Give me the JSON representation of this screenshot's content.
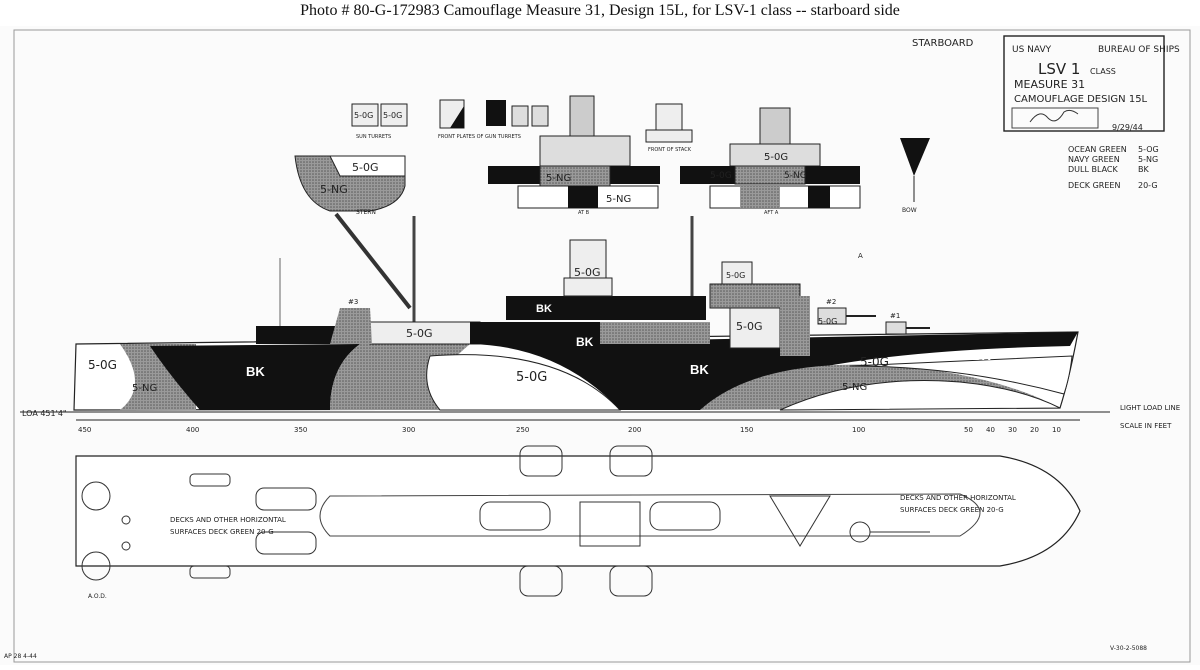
{
  "caption": "Photo #  80-G-172983      Camouflage Measure 31, Design 15L, for LSV-1 class -- starboard side",
  "view_label": "STARBOARD",
  "title_block": {
    "line1_left": "US NAVY",
    "line1_right": "BUREAU OF SHIPS",
    "ship": "LSV 1",
    "ship_suffix": "CLASS",
    "measure": "MEASURE 31",
    "design": "CAMOUFLAGE DESIGN 15L",
    "date": "9/29/44"
  },
  "color_key": [
    {
      "name": "OCEAN GREEN",
      "code": "5-OG"
    },
    {
      "name": "NAVY GREEN",
      "code": "5-NG"
    },
    {
      "name": "DULL BLACK",
      "code": "BK"
    },
    {
      "name": "DECK GREEN",
      "code": "20-G"
    }
  ],
  "detail_labels": {
    "turrets_a": "5-0G",
    "turrets_b": "5-0G",
    "sun_turrets": "SUN TURRETS",
    "front_plates": "FRONT PLATES OF GUN TURRETS",
    "aft_b": "AT B",
    "front_stack": "FRONT OF STACK",
    "aft_a": "AFT A",
    "stern": "STERN",
    "bow": "BOW",
    "stern_og": "5-0G",
    "stern_ng": "5-NG",
    "view1_ng": "5-NG",
    "view1_ng2": "5-NG",
    "view2_og": "5-0G",
    "view2_ng": "5-NG",
    "view2_og2": "5-0G"
  },
  "profile_labels": {
    "stern_og": "5-0G",
    "bk1": "BK",
    "og_mid": "5-0G",
    "bk2": "BK",
    "bk_upper": "BK",
    "bk_house": "BK",
    "og_house": "5-0G",
    "og_stack": "5-0G",
    "og_fwd": "5-0G",
    "og_front": "5-0G",
    "bk_bow": "BK",
    "ng_stern": "5-NG",
    "ng_fwd": "5-NG",
    "og_bridge": "5-0G",
    "og_mast": "5-0G",
    "gun2": "#2",
    "gun1": "#1",
    "gun3": "#3",
    "mark_a": "A"
  },
  "loa": "LOA 451'4\"",
  "light_load_line": "LIGHT LOAD LINE",
  "scale_label": "SCALE IN FEET",
  "scale_ticks": [
    "450",
    "400",
    "350",
    "300",
    "250",
    "200",
    "150",
    "100",
    "50",
    "40",
    "30",
    "20",
    "10"
  ],
  "deck_note_left_1": "DECKS AND OTHER HORIZONTAL",
  "deck_note_left_2": "SURFACES  DECK GREEN  20-G",
  "deck_note_right_1": "DECKS AND OTHER HORIZONTAL",
  "deck_note_right_2": "SURFACES  DECK GREEN  20-G",
  "corner_initials": "A.O.D.",
  "bottom_left_ref": "AP 28 4-44",
  "bottom_right_ref": "V-30-2-5088"
}
